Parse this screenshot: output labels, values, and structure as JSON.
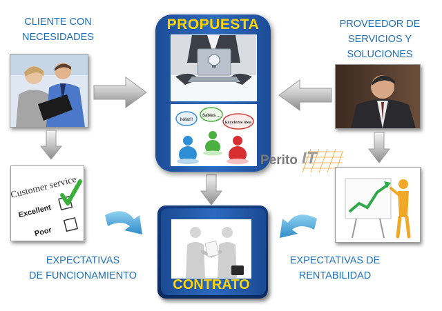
{
  "client": {
    "label_line1": "CLIENTE CON",
    "label_line2": "NECESIDADES"
  },
  "provider": {
    "label_line1": "PROVEEDOR DE",
    "label_line2": "SERVICIOS Y",
    "label_line3": "SOLUCIONES"
  },
  "proposal": {
    "title": "PROPUESTA",
    "bubbles": [
      "hola!!!",
      "Sabías ...",
      "Excelente idea"
    ]
  },
  "contract": {
    "title": "CONTRATO"
  },
  "brand": {
    "name": "Perito",
    "suffix": "IT"
  },
  "survey_card": {
    "heading": "Customer service",
    "option1": "Excellent",
    "option2": "Poor"
  },
  "expect_left": {
    "line1": "EXPECTATIVAS",
    "line2": "DE FUNCIONAMIENTO"
  },
  "expect_right": {
    "line1": "EXPECTATIVAS DE",
    "line2": "RENTABILIDAD"
  },
  "colors": {
    "label": "#1f6fb8",
    "panel": "#2a5fb0",
    "title": "#ffd400",
    "arrow_curve": "#4aa8d8"
  }
}
